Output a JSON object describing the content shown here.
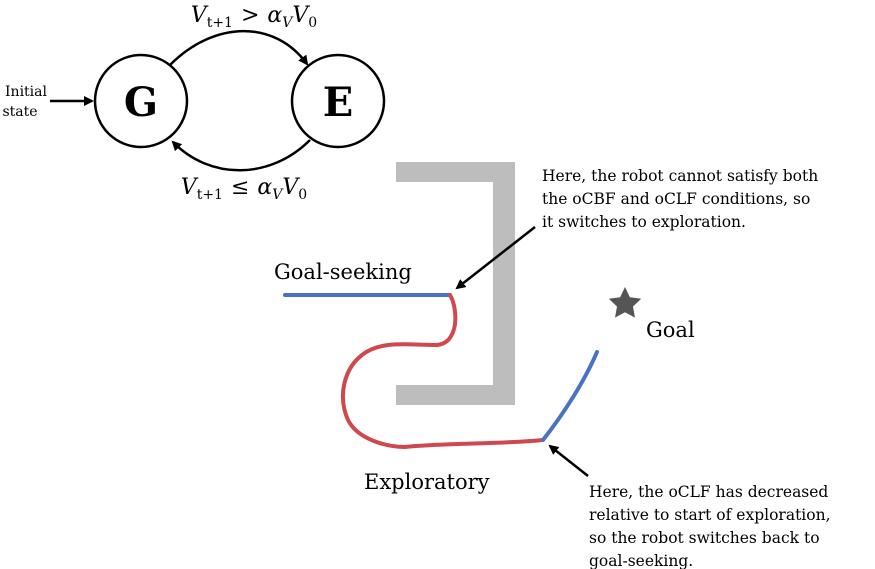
{
  "state_machine": {
    "initial_label_line1": "Initial",
    "initial_label_line2": "state",
    "goal_node": "G",
    "explore_node": "E",
    "transition_to_explore": {
      "v": "V",
      "v_sub": "t+1",
      "op": ">",
      "alpha": "α",
      "alpha_sub": "V",
      "v0": "V",
      "v0_sub": "0"
    },
    "transition_to_goal": {
      "v": "V",
      "v_sub": "t+1",
      "op": "≤",
      "alpha": "α",
      "alpha_sub": "V",
      "v0": "V",
      "v0_sub": "0"
    }
  },
  "scene": {
    "goal_seeking_label": "Goal-seeking",
    "exploratory_label": "Exploratory",
    "goal_label": "Goal",
    "annotation_top": [
      "Here, the robot cannot satisfy both",
      "the oCBF and oCLF conditions, so",
      "it switches to exploration."
    ],
    "annotation_bottom": [
      "Here, the oCLF has decreased",
      "relative to start of exploration,",
      "so the robot switches back to",
      "goal-seeking."
    ]
  },
  "colors": {
    "goal_seeking_path": "#4a72c4",
    "exploratory_path": "#d0474e",
    "wall": "#bdbdbd",
    "goal_star": "#555555",
    "ink": "#000000"
  }
}
